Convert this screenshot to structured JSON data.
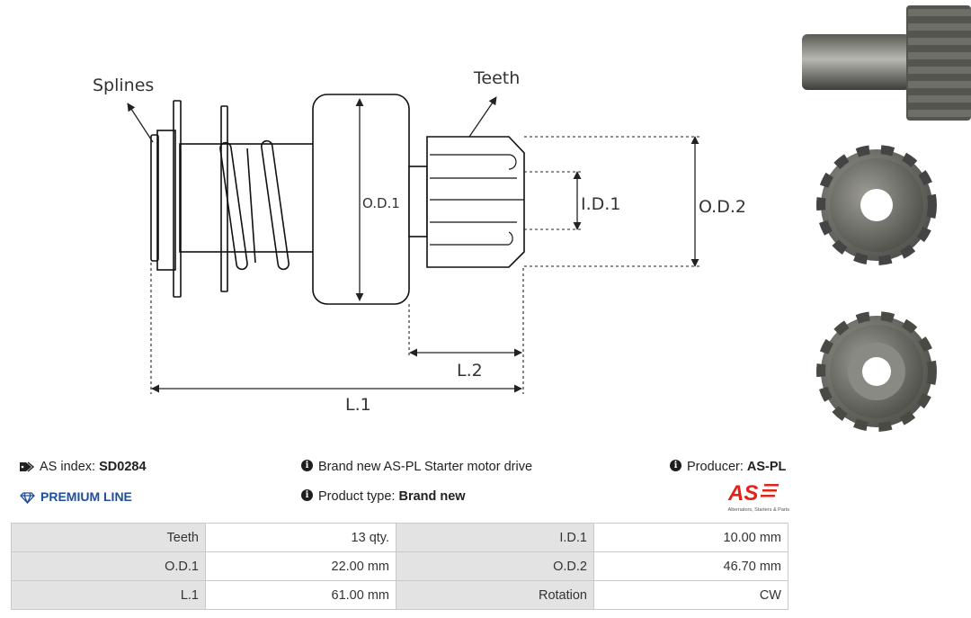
{
  "diagram": {
    "labels": {
      "splines": "Splines",
      "teeth": "Teeth",
      "od1": "O.D.1",
      "id1": "I.D.1",
      "od2": "O.D.2",
      "l2": "L.2",
      "l1": "L.1"
    }
  },
  "info": {
    "as_index_label": "AS index:",
    "as_index_value": "SD0284",
    "premium": "PREMIUM LINE",
    "description": "Brand new AS-PL Starter motor drive",
    "product_type_label": "Product type:",
    "product_type_value": "Brand new",
    "producer_label": "Producer:",
    "producer_value": "AS-PL"
  },
  "logo": {
    "mark": "AS",
    "tagline": "Alternators, Starters & Parts",
    "color": "#e2231a"
  },
  "specs": {
    "rows": [
      {
        "l1": "Teeth",
        "v1": "13 qty.",
        "l2": "I.D.1",
        "v2": "10.00 mm"
      },
      {
        "l1": "O.D.1",
        "v1": "22.00 mm",
        "l2": "O.D.2",
        "v2": "46.70 mm"
      },
      {
        "l1": "L.1",
        "v1": "61.00 mm",
        "l2": "Rotation",
        "v2": "CW"
      }
    ]
  }
}
